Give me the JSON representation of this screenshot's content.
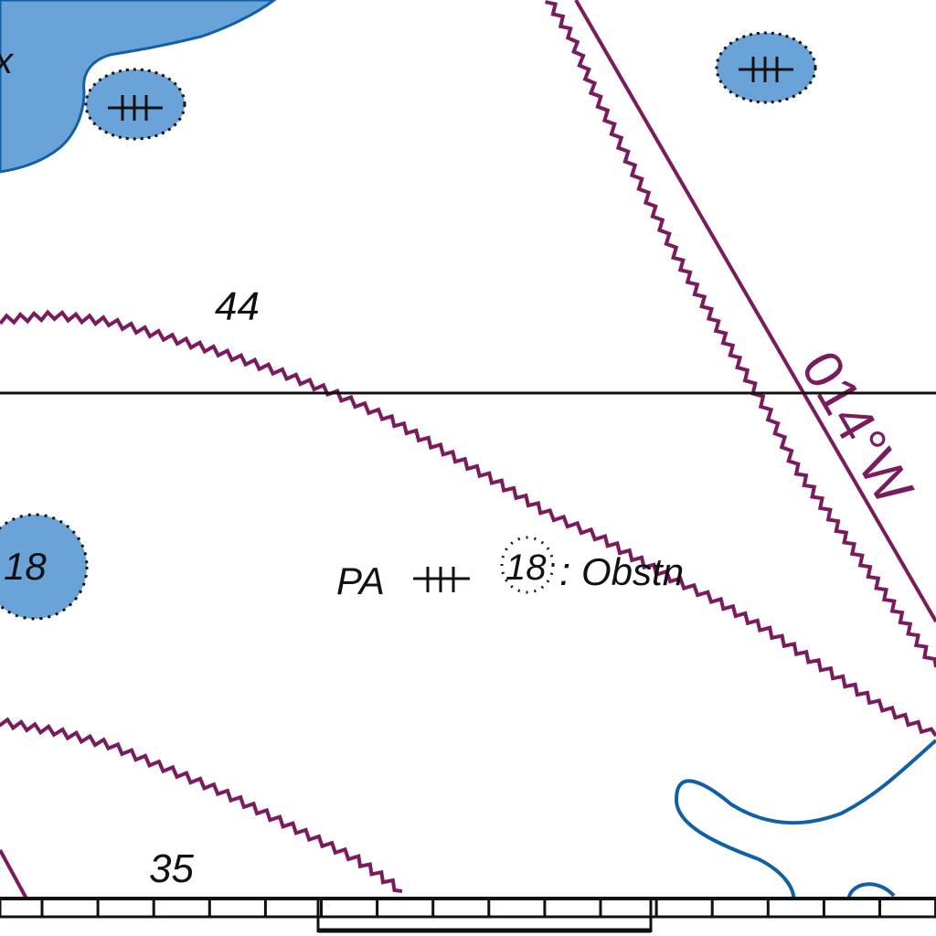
{
  "chart": {
    "colors": {
      "water": "#6aa3d8",
      "shoreline": "#1060a8",
      "danger_line": "#7b1a5c",
      "ink": "#111111",
      "paper": "#ffffff"
    },
    "soundings": {
      "depth_44": "44",
      "depth_35": "35",
      "rock_depth_left": "18",
      "obstruction_depth": "18"
    },
    "labels": {
      "pa": "PA",
      "obstn": "Obstn",
      "bearing": "014°W"
    },
    "icons": {
      "wreck": "wreck-hazard-icon",
      "scale_bar": "scale-bar-border"
    }
  }
}
